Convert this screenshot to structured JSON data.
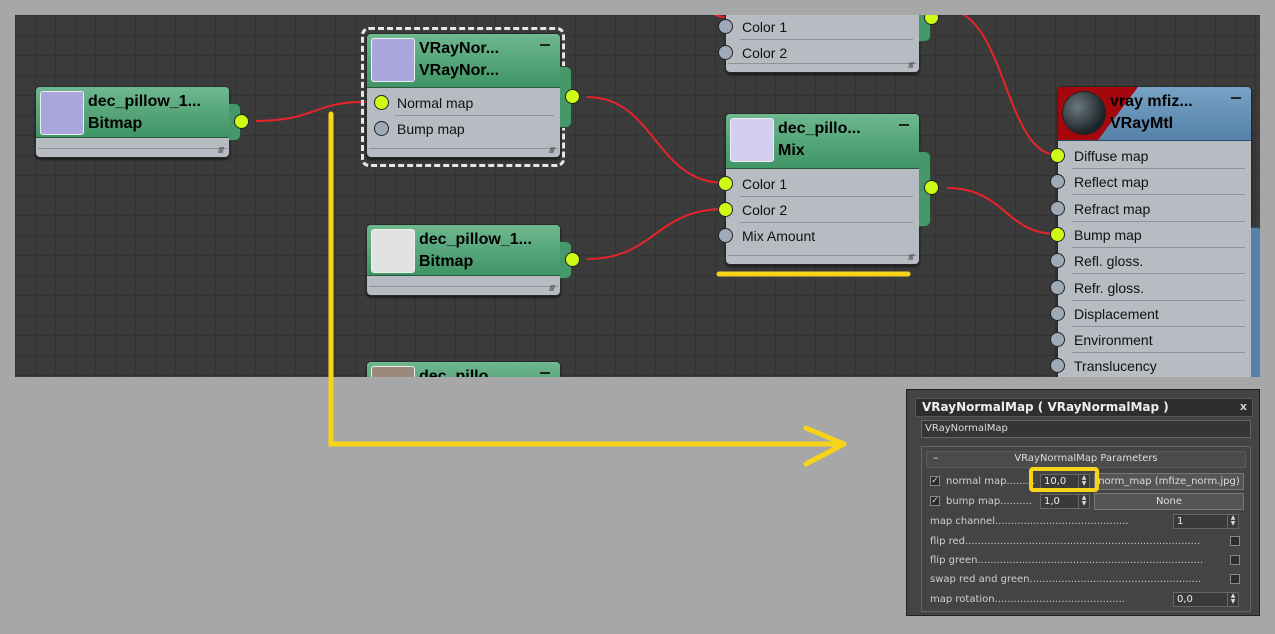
{
  "nodes": {
    "bitmap1": {
      "name": "dec_pillow_1...",
      "type": "Bitmap"
    },
    "normal": {
      "name": "VRayNor...",
      "type": "VRayNor...",
      "inputs": [
        "Normal map",
        "Bump map"
      ]
    },
    "bitmap2": {
      "name": "dec_pillow_1...",
      "type": "Bitmap"
    },
    "bitmap3": {
      "name": "dec_pillo..."
    },
    "top_partial": {
      "inputs": [
        "Color 1",
        "Color 2"
      ]
    },
    "mix": {
      "name": "dec_pillo...",
      "type": "Mix",
      "inputs": [
        "Color 1",
        "Color 2",
        "Mix Amount"
      ]
    },
    "vraymtl": {
      "name": "vray mfiz...",
      "type": "VRayMtl",
      "inputs": [
        "Diffuse map",
        "Reflect map",
        "Refract map",
        "Bump map",
        "Refl. gloss.",
        "Refr. gloss.",
        "Displacement",
        "Environment",
        "Translucency"
      ]
    }
  },
  "panel": {
    "title": "VRayNormalMap  ( VRayNormalMap )",
    "close": "x",
    "name_value": "VRayNormalMap",
    "rollout_title": "VRayNormalMap Parameters",
    "rollout_toggle": "–",
    "normal_map": {
      "label": "normal map.........",
      "value": "10,0",
      "map": "norm_map (mfize_norm.jpg)"
    },
    "bump_map": {
      "label": "bump map..........",
      "value": "1,0",
      "map": "None"
    },
    "map_channel": {
      "label": "map channel..........................................",
      "value": "1"
    },
    "flip_red": {
      "label": "flip red.........................................................................."
    },
    "flip_green": {
      "label": "flip green......................................................................."
    },
    "swap": {
      "label": "swap red and green......................................................"
    },
    "map_rotation": {
      "label": "map rotation.........................................",
      "value": "0,0"
    }
  },
  "colors": {
    "wire": "#e8232a",
    "socket_active": "#cdfb15",
    "highlight": "#f7d417",
    "node_header": "#4fa676"
  }
}
